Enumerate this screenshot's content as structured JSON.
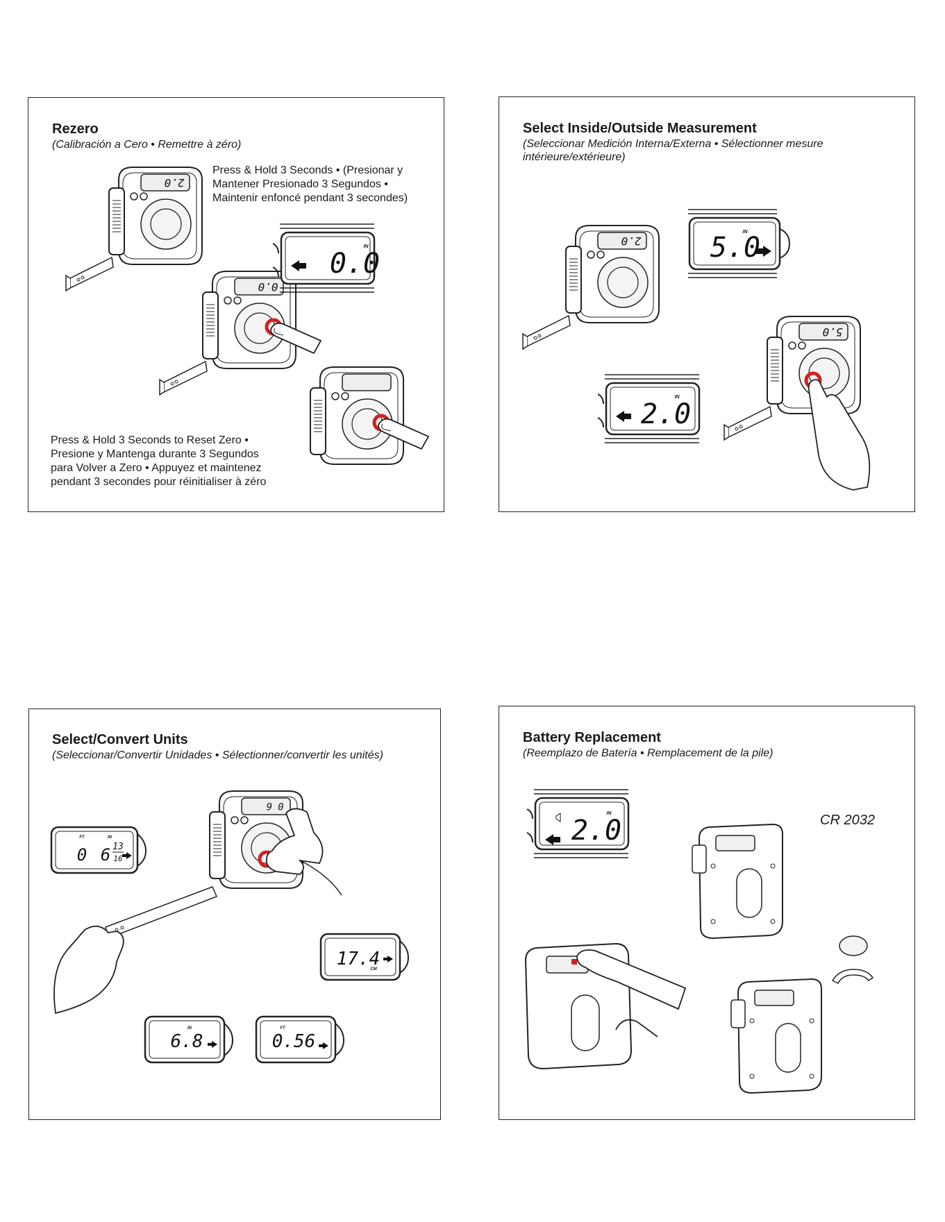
{
  "panels": {
    "rezero": {
      "title": "Rezero",
      "subtitle": "(Calibración a Cero • Remettre à zéro)",
      "instruction_hold": "Press & Hold 3 Seconds • (Presionar y Mantener Presionado 3 Segundos • Maintenir enfoncé pendant 3 secondes)",
      "instruction_reset": "Press & Hold 3 Seconds to Reset Zero • Presione y Mantenga durante 3 Segundos para Volver a Zero • Appuyez et maintenez pendant 3 secondes pour réinitialiser à zéro",
      "device_reading": "2.0",
      "device_reading_2": "0.0",
      "display_value": "0.0",
      "display_unit": "IN"
    },
    "inside_outside": {
      "title": "Select Inside/Outside Measurement",
      "subtitle": "(Seleccionar Medición Interna/Externa • Sélectionner mesure intérieure/extérieure)",
      "device_reading": "2.0",
      "device_reading_2": "5.0",
      "display_outside_value": "5.0",
      "display_inside_value": "2.0",
      "display_unit": "IN"
    },
    "convert_units": {
      "title": "Select/Convert Units",
      "subtitle": "(Seleccionar/Convertir Unidades  •  Sélectionner/convertir les unités)",
      "display_ft_in_feet": "0",
      "display_ft_in_inches": "6",
      "display_ft_in_num": "13",
      "display_ft_in_den": "16",
      "display_ft_label": "FT",
      "display_in_label": "IN",
      "display_cm_value": "17.4",
      "display_cm_unit": "CM",
      "display_in_value": "6.8",
      "display_in_unit": "IN",
      "display_ft_value": "0.56",
      "display_ft_unit": "FT"
    },
    "battery": {
      "title": "Battery Replacement",
      "subtitle": "(Reemplazo de Batería • Remplacement de la pile)",
      "battery_type": "CR 2032",
      "display_value": "2.0",
      "display_unit": "IN"
    }
  },
  "colors": {
    "highlight_button": "#d42020",
    "line_art": "#222222"
  },
  "icons": [
    "tape-measure-icon",
    "hand-icon",
    "arrow-left-icon",
    "arrow-right-icon",
    "coin-battery-icon",
    "battery-clip-icon"
  ]
}
